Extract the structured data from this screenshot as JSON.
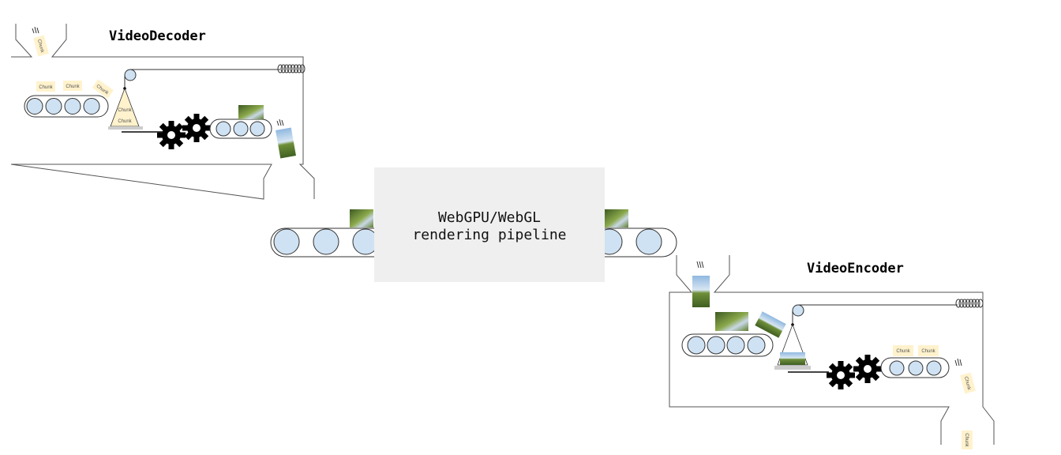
{
  "decoder": {
    "title": "VideoDecoder",
    "chunk_label": "Chunk"
  },
  "encoder": {
    "title": "VideoEncoder",
    "chunk_label": "Chunk"
  },
  "pipeline": {
    "line1": "WebGPU/WebGL",
    "line2": "rendering pipeline"
  },
  "colors": {
    "roller": "#cfe2f3",
    "chunk": "#fff2cc",
    "pipeline_box": "#efefef",
    "gear": "#000000"
  }
}
